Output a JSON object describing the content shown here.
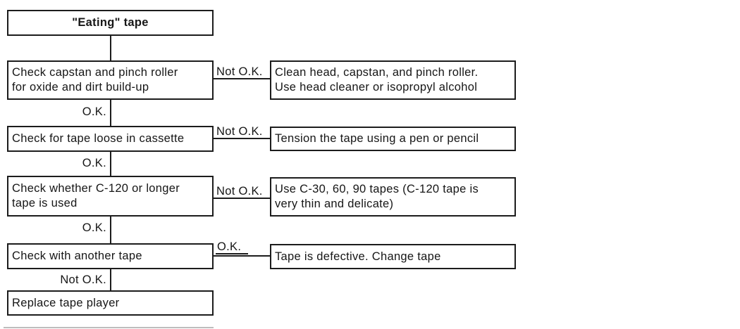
{
  "flowchart": {
    "start": {
      "label": "\"Eating\" tape"
    },
    "rows": [
      {
        "check": "Check capstan and pinch roller\nfor oxide and dirt build-up",
        "branch_label": "Not O.K.",
        "action": "Clean head, capstan, and pinch roller.\nUse head cleaner or isopropyl alcohol",
        "down_label": "O.K."
      },
      {
        "check": "Check for tape loose in cassette",
        "branch_label": "Not O.K.",
        "action": "Tension the tape using a pen or pencil",
        "down_label": "O.K."
      },
      {
        "check": "Check whether C-120 or longer\ntape is used",
        "branch_label": "Not O.K.",
        "action": "Use C-30, 60, 90 tapes (C-120 tape is\nvery thin and delicate)",
        "down_label": "O.K."
      },
      {
        "check": "Check with another tape",
        "branch_label": "O.K.",
        "action": "Tape is defective. Change tape",
        "down_label": "Not O.K."
      }
    ],
    "end": {
      "label": "Replace tape player"
    }
  },
  "colors": {
    "line": "#1c1c1c",
    "text": "#161616",
    "background": "#ffffff"
  }
}
